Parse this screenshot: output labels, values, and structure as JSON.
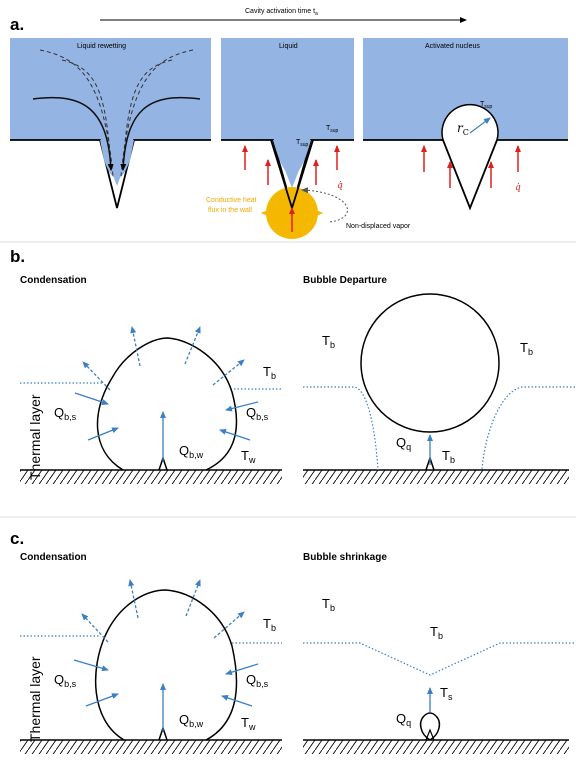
{
  "panel_a": {
    "label": "a.",
    "time_axis": "Cavity activation time t",
    "time_axis_sub": "a",
    "box1_title": "Liquid rewetting",
    "box2_title": "Liquid",
    "box3_title": "Activated nucleus",
    "t_sup_1": "T",
    "t_sup_1_sub": "sup",
    "t_sup_2": "T",
    "t_sup_2_sub": "sup",
    "t_sup_3": "T",
    "t_sup_3_sub": "sup",
    "q_dot": "q̇",
    "q_dot_2": "q̇",
    "r_c": "r",
    "r_c_sub": "C",
    "conductive_line1": "Conductive heat",
    "conductive_line2": "flux in the wall",
    "non_displaced": "Non-displaced vapor"
  },
  "panel_b": {
    "label": "b.",
    "left_title": "Condensation",
    "right_title": "Bubble Departure",
    "thermal_layer": "Thermal layer",
    "Tb": "T",
    "Tb_sub": "b",
    "Qbs_left": "Q",
    "Qbs_left_sub": "b,s",
    "Qbs_right": "Q",
    "Qbs_right_sub": "b,s",
    "Qbw": "Q",
    "Qbw_sub": "b,w",
    "Tw": "T",
    "Tw_sub": "w",
    "Tb_r1": "T",
    "Tb_r1_sub": "b",
    "Tb_r2": "T",
    "Tb_r2_sub": "b",
    "Qq": "Q",
    "Qq_sub": "q",
    "Tb_r3": "T",
    "Tb_r3_sub": "b"
  },
  "panel_c": {
    "label": "c.",
    "left_title": "Condensation",
    "right_title": "Bubble shrinkage",
    "thermal_layer": "Thermal layer",
    "Tb": "T",
    "Tb_sub": "b",
    "Qbs_left": "Q",
    "Qbs_left_sub": "b,s",
    "Qbs_right": "Q",
    "Qbs_right_sub": "b,s",
    "Qbw": "Q",
    "Qbw_sub": "b,w",
    "Tw": "T",
    "Tw_sub": "w",
    "Tb_r1": "T",
    "Tb_r1_sub": "b",
    "Tb_r2": "T",
    "Tb_r2_sub": "b",
    "Qq": "Q",
    "Qq_sub": "q",
    "Ts": "T",
    "Ts_sub": "s"
  },
  "colors": {
    "liquid": "#94b4e4",
    "arrow_blue": "#3b7fc4",
    "arrow_red": "#e02020",
    "heat_orange": "#f5b800",
    "dotted_blue": "#3b7fc4"
  }
}
